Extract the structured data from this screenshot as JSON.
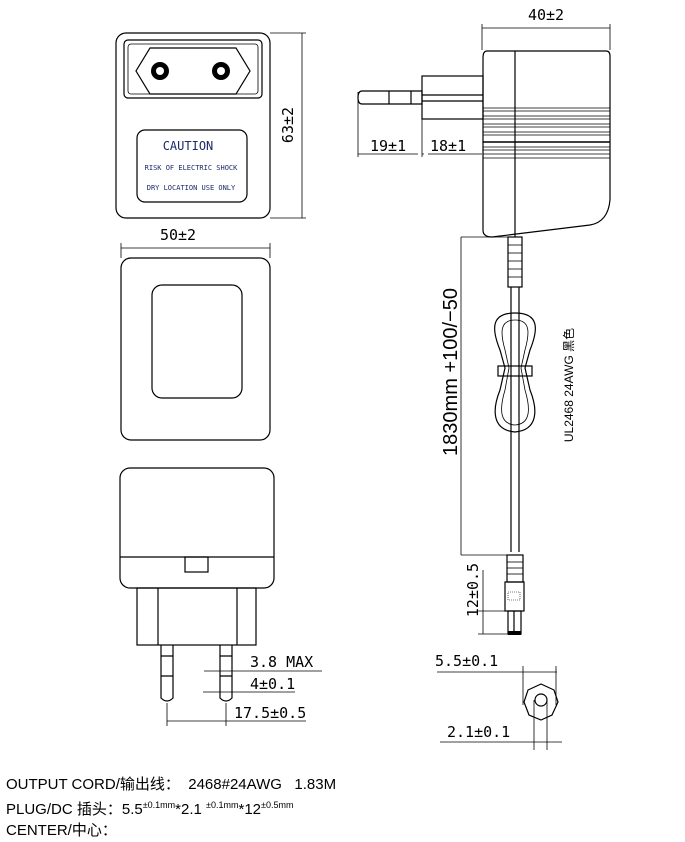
{
  "front_view": {
    "caution_title": "CAUTION",
    "caution_line1": "RISK OF ELECTRIC SHOCK",
    "caution_line2": "DRY LOCATION USE ONLY",
    "height_dim": "63±2"
  },
  "top_view": {
    "width_dim": "50±2"
  },
  "bottom_view": {
    "pin_dim_1": "3.8  MAX",
    "pin_dim_2": "4±0.1",
    "pin_spacing": "17.5±0.5"
  },
  "side_view": {
    "depth_dim": "40±2",
    "pin_length": "19±1",
    "plug_length": "18±1",
    "cord_length": "1830mm +100/−50",
    "cord_spec": "UL2468  24AWG  黑色",
    "dc_plug_length": "12±0.5",
    "outer_diameter": "5.5±0.1",
    "inner_diameter": "2.1±0.1"
  },
  "notes": {
    "output_cord_label": "OUTPUT CORD/输出线：",
    "output_cord_value": "2468#24AWG   1.83M",
    "plug_label": "PLUG/DC 插头：",
    "plug_d1": "5.5",
    "plug_t1": "±0.1mm",
    "plug_d2": "*2.1",
    "plug_t2": "±0.1mm",
    "plug_d3": "*12",
    "plug_t3": "±0.5mm",
    "center_label": "CENTER/中心："
  }
}
